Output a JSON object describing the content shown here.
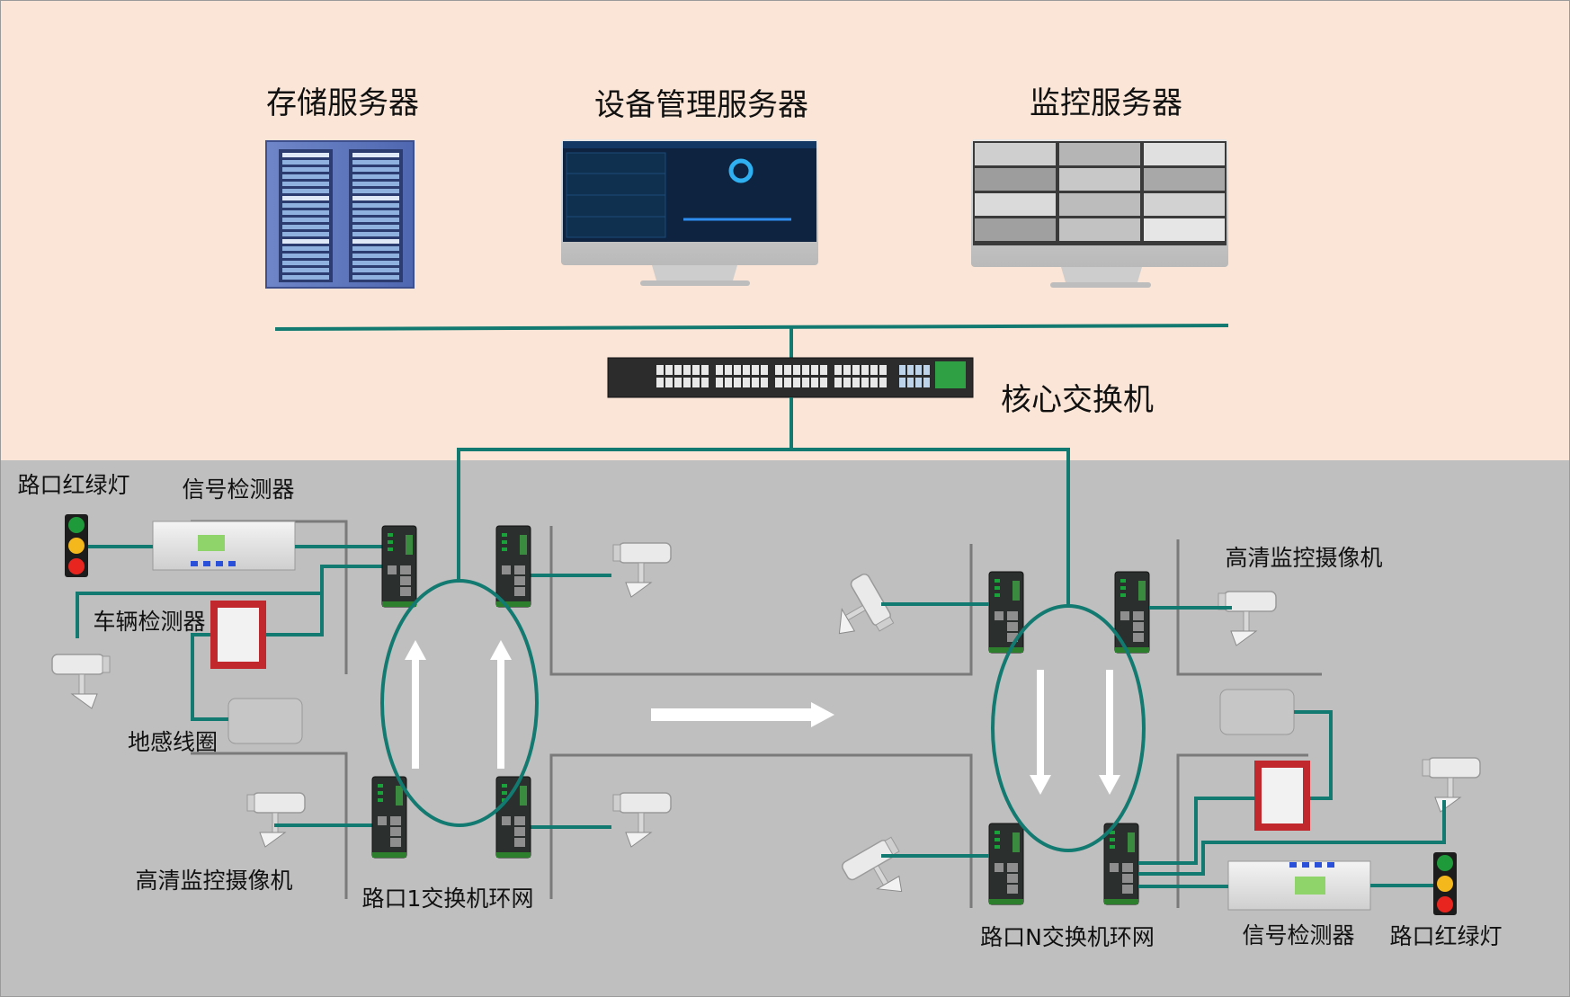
{
  "servers": {
    "storage": "存储服务器",
    "device_mgmt": "设备管理服务器",
    "monitor": "监控服务器"
  },
  "core_switch": "核心交换机",
  "left": {
    "traffic_light": "路口红绿灯",
    "signal_detector": "信号检测器",
    "vehicle_detector": "车辆检测器",
    "loop": "地感线圈",
    "hd_camera": "高清监控摄像机",
    "ring": "路口1交换机环网"
  },
  "right": {
    "hd_camera": "高清监控摄像机",
    "ring": "路口N交换机环网",
    "signal_detector": "信号检测器",
    "traffic_light": "路口红绿灯"
  },
  "colors": {
    "top_bg": "#fbe5d6",
    "bottom_bg": "#bfbfbf",
    "link": "#127a70",
    "traffic_red": "#e8261f",
    "traffic_yellow": "#f5b81c",
    "traffic_green": "#1f9a3a"
  }
}
